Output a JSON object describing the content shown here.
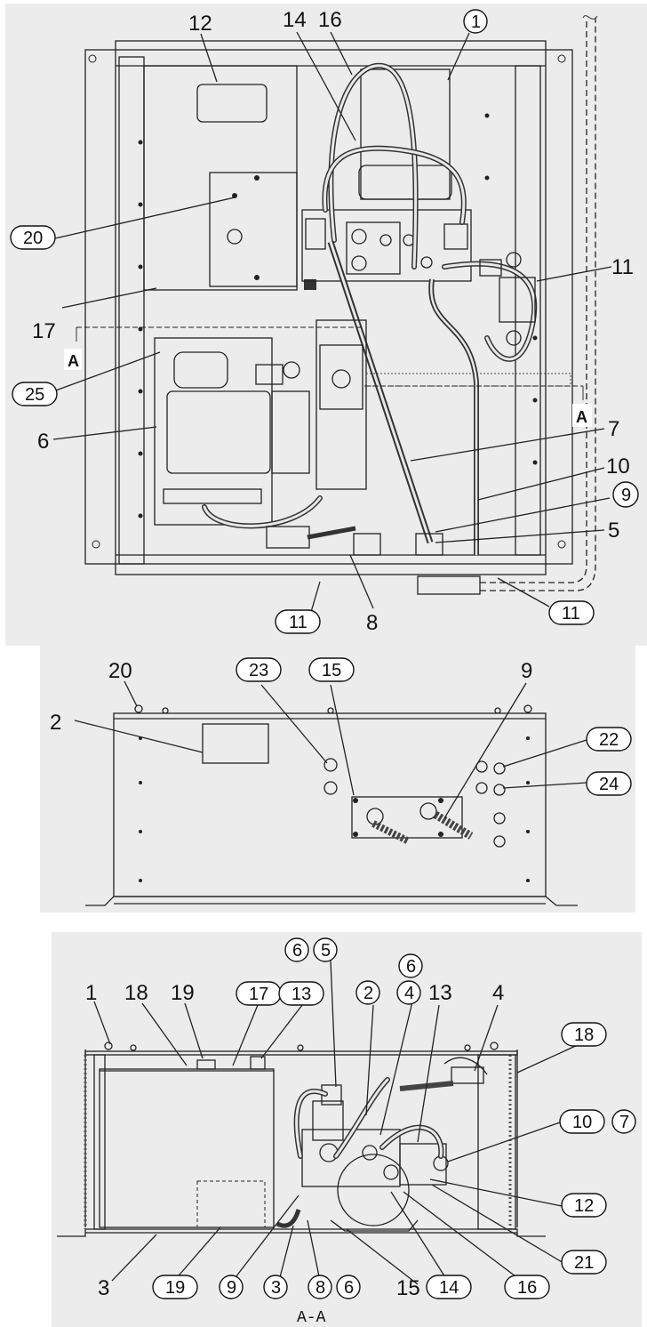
{
  "views": {
    "front": {
      "labels": [
        "12",
        "14",
        "16",
        "1",
        "20",
        "11",
        "17",
        "25",
        "6",
        "7",
        "10",
        "9",
        "5",
        "11",
        "8",
        "11"
      ],
      "section_marks": [
        "A",
        "A"
      ]
    },
    "top": {
      "labels": [
        "20",
        "23",
        "15",
        "9",
        "2",
        "22",
        "24"
      ]
    },
    "section": {
      "labels": [
        "6",
        "5",
        "6",
        "1",
        "18",
        "19",
        "17",
        "13",
        "2",
        "4",
        "13",
        "4",
        "18",
        "10",
        "7",
        "12",
        "21",
        "3",
        "19",
        "9",
        "3",
        "8",
        "6",
        "15",
        "14",
        "16"
      ],
      "caption": "A-A"
    }
  }
}
